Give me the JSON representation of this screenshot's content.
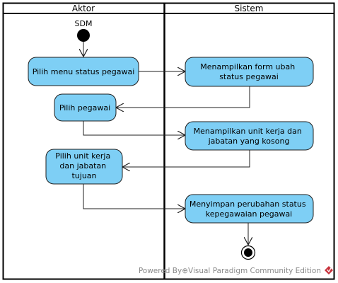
{
  "colors": {
    "activity_fill": "#7ecff5",
    "activity_stroke": "#1f1f1f",
    "node_fill": "#000000",
    "line": "#1f1f1f",
    "footer_text": "#8a8a8a",
    "logo": "#c8323c"
  },
  "swimlanes": [
    {
      "title": "Aktor"
    },
    {
      "title": "Sistem"
    }
  ],
  "start_node": {
    "label": "SDM"
  },
  "activities": [
    {
      "id": "a1",
      "lines": [
        "Pilih menu status pegawai"
      ]
    },
    {
      "id": "a2",
      "lines": [
        "Menampilkan form ubah",
        "status pegawai"
      ]
    },
    {
      "id": "a3",
      "lines": [
        "Pilih pegawai"
      ]
    },
    {
      "id": "a4",
      "lines": [
        "Menampilkan unit kerja dan",
        "jabatan yang kosong"
      ]
    },
    {
      "id": "a5",
      "lines": [
        "Pilih unit kerja",
        "dan jabatan",
        "tujuan"
      ]
    },
    {
      "id": "a6",
      "lines": [
        "Menyimpan perubahan status",
        "kepegawaian pegawai"
      ]
    }
  ],
  "footer": {
    "text": "Powered By⊕Visual Paradigm Community Edition",
    "logo_icon": "visual-paradigm-logo-icon"
  }
}
